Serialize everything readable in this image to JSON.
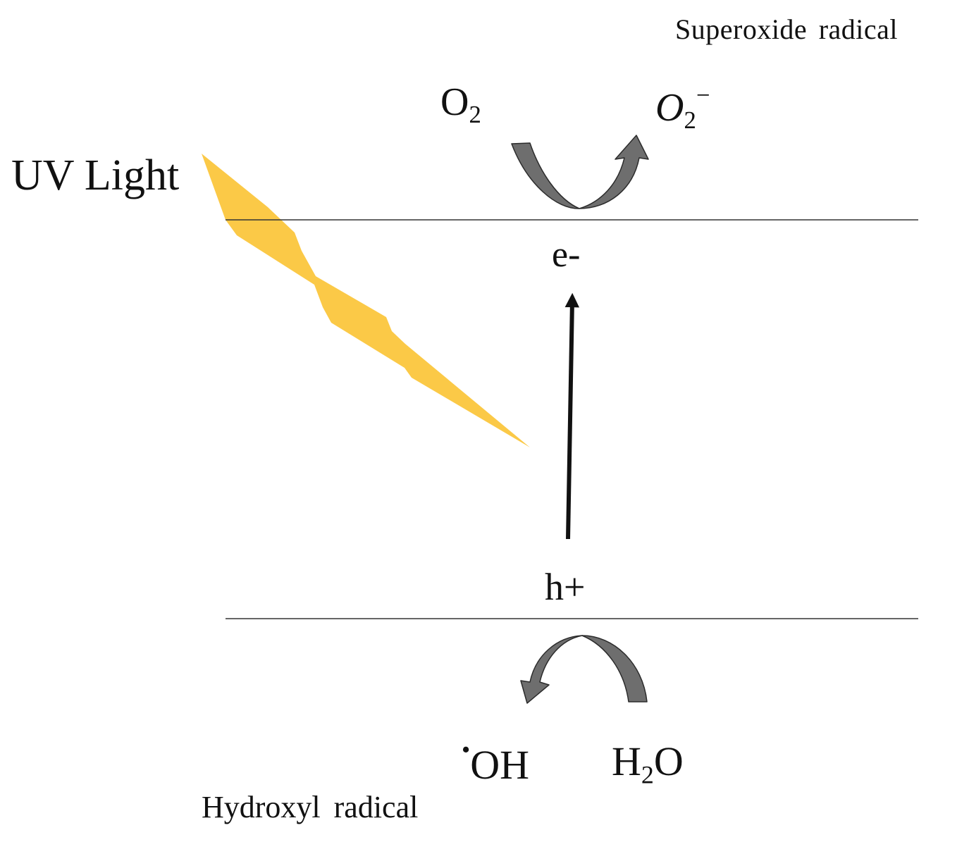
{
  "diagram": {
    "superoxide_caption": "Superoxide radical",
    "oxygen": {
      "base": "O",
      "subscript": "2"
    },
    "superoxide": {
      "base": "O",
      "subscript": "2",
      "superscript": "−"
    },
    "uv_light": "UV Light",
    "electron": "e-",
    "hole": "h+",
    "hydroxyl": {
      "dot": "•",
      "text": "OH"
    },
    "water": {
      "pre": "H",
      "subscript": "2",
      "post": "O"
    },
    "hydroxyl_caption": "Hydroxyl radical"
  },
  "colors": {
    "lightning": "#fbc947",
    "curved_arrow_fill": "#6e6e6e",
    "curved_arrow_edge": "#2b2b2b",
    "band_line": "#333333",
    "text": "#111111"
  },
  "icons": {
    "uv_light": "lightning-bolt-icon",
    "reduction_arrow": "curved-arrow-up-right-icon",
    "oxidation_arrow": "curved-arrow-left-down-icon",
    "excitation_arrow": "arrow-up-icon"
  }
}
